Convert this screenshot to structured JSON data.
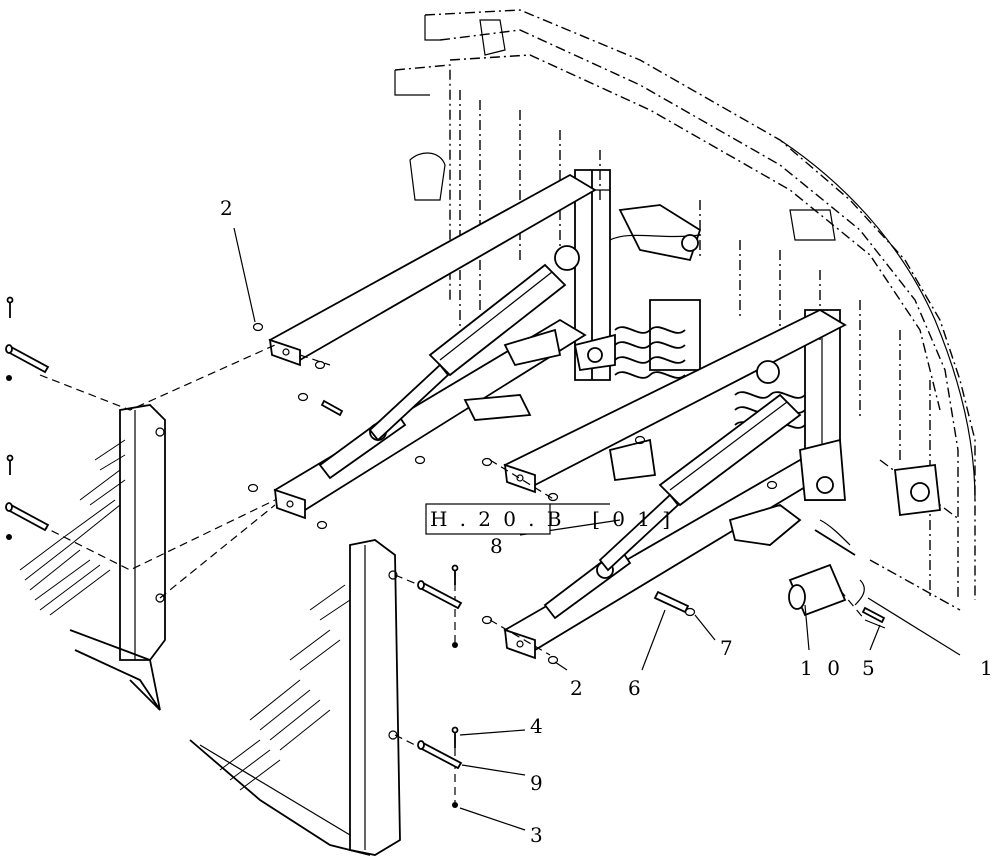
{
  "diagram": {
    "reference_box": {
      "text": "H.20.B [01]"
    },
    "callouts": [
      {
        "id": "c2a",
        "text": "2"
      },
      {
        "id": "c8",
        "text": "8"
      },
      {
        "id": "c2b",
        "text": "2"
      },
      {
        "id": "c6",
        "text": "6"
      },
      {
        "id": "c7",
        "text": "7"
      },
      {
        "id": "c10",
        "text": "10"
      },
      {
        "id": "c5",
        "text": "5"
      },
      {
        "id": "c1",
        "text": "1"
      },
      {
        "id": "c4",
        "text": "4"
      },
      {
        "id": "c9",
        "text": "9"
      },
      {
        "id": "c3",
        "text": "3"
      }
    ]
  }
}
